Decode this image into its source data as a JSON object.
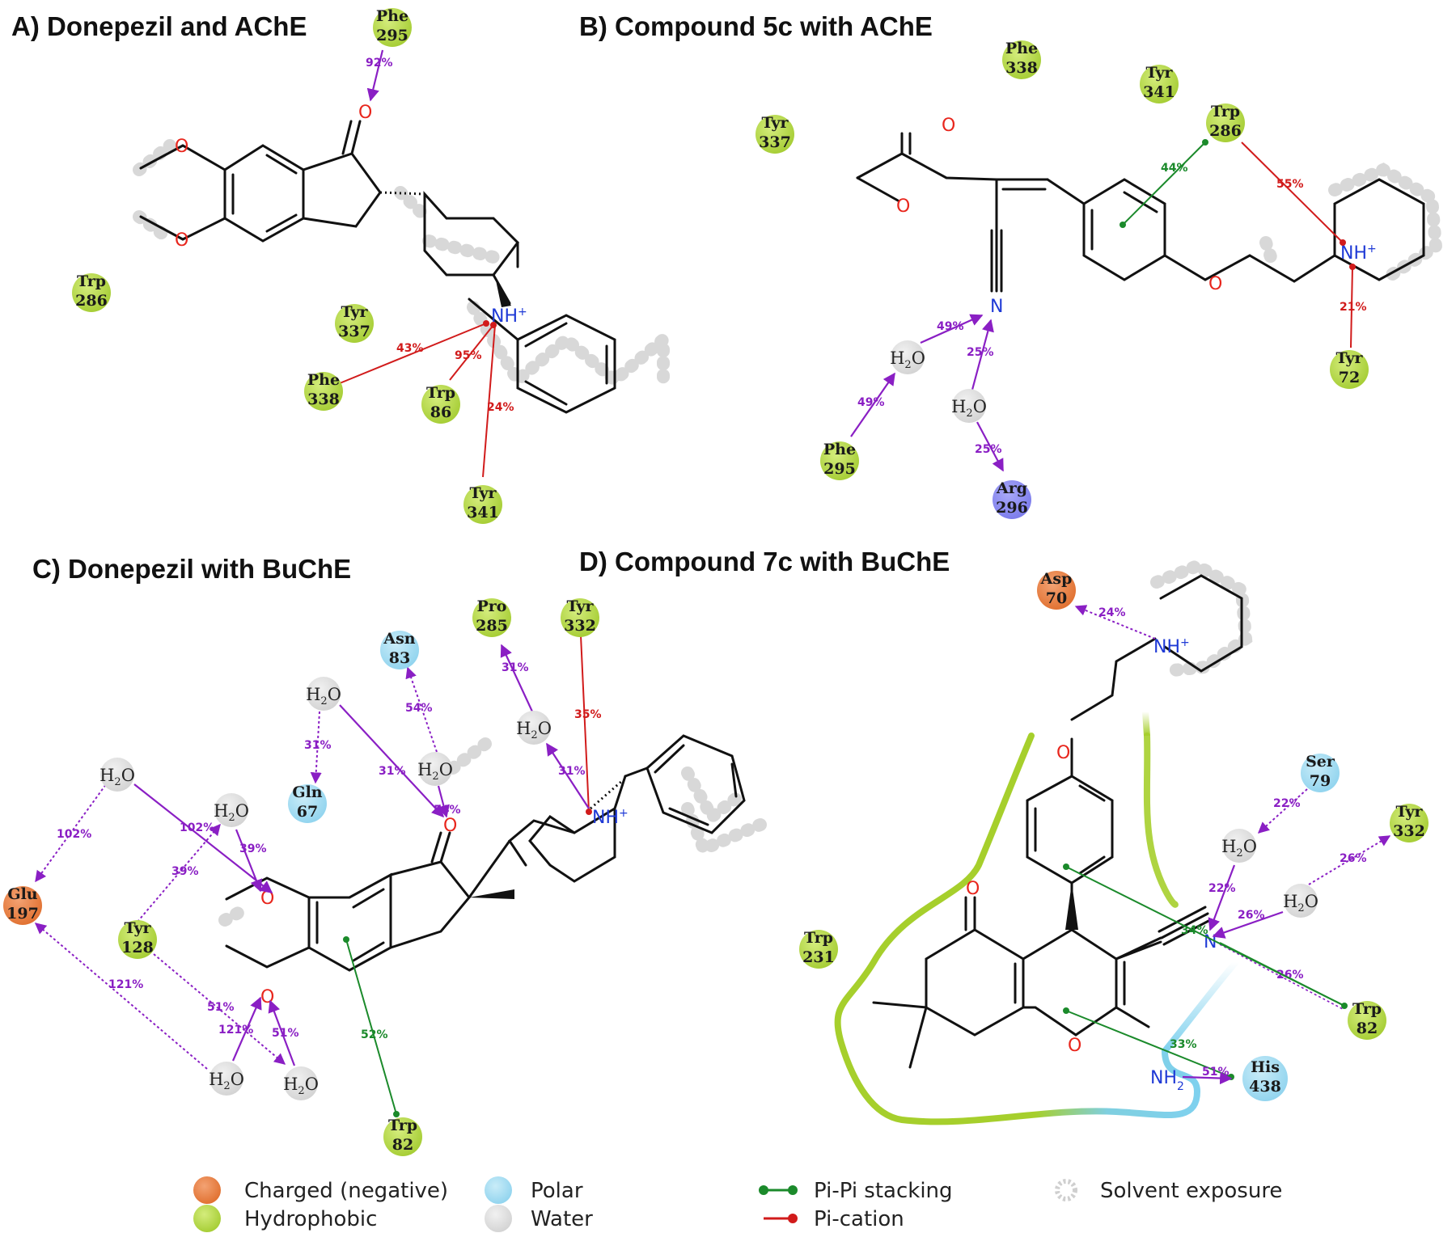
{
  "panels": {
    "a": {
      "title": "A) Donepezil and AChE"
    },
    "b": {
      "title": "B) Compound 5c with AChE"
    },
    "c": {
      "title": "C) Donepezil with BuChE"
    },
    "d": {
      "title": "D) Compound 7c with BuChE"
    }
  },
  "residues": {
    "a_phe295": {
      "name": "Phe",
      "num": "295",
      "type": "hydrophobic"
    },
    "a_trp286": {
      "name": "Trp",
      "num": "286",
      "type": "hydrophobic"
    },
    "a_tyr337": {
      "name": "Tyr",
      "num": "337",
      "type": "hydrophobic"
    },
    "a_phe338": {
      "name": "Phe",
      "num": "338",
      "type": "hydrophobic"
    },
    "a_trp86": {
      "name": "Trp",
      "num": "86",
      "type": "hydrophobic"
    },
    "a_tyr341": {
      "name": "Tyr",
      "num": "341",
      "type": "hydrophobic"
    },
    "b_phe338": {
      "name": "Phe",
      "num": "338",
      "type": "hydrophobic"
    },
    "b_tyr341": {
      "name": "Tyr",
      "num": "341",
      "type": "hydrophobic"
    },
    "b_tyr337": {
      "name": "Tyr",
      "num": "337",
      "type": "hydrophobic"
    },
    "b_trp286": {
      "name": "Trp",
      "num": "286",
      "type": "hydrophobic"
    },
    "b_tyr72": {
      "name": "Tyr",
      "num": "72",
      "type": "hydrophobic"
    },
    "b_phe295": {
      "name": "Phe",
      "num": "295",
      "type": "hydrophobic"
    },
    "b_arg296": {
      "name": "Arg",
      "num": "296",
      "type": "positive"
    },
    "c_pro285": {
      "name": "Pro",
      "num": "285",
      "type": "hydrophobic"
    },
    "c_tyr332": {
      "name": "Tyr",
      "num": "332",
      "type": "hydrophobic"
    },
    "c_asn83": {
      "name": "Asn",
      "num": "83",
      "type": "polar"
    },
    "c_gln67": {
      "name": "Gln",
      "num": "67",
      "type": "polar"
    },
    "c_glu197": {
      "name": "Glu",
      "num": "197",
      "type": "negative"
    },
    "c_tyr128": {
      "name": "Tyr",
      "num": "128",
      "type": "hydrophobic"
    },
    "c_trp82": {
      "name": "Trp",
      "num": "82",
      "type": "hydrophobic"
    },
    "d_asp70": {
      "name": "Asp",
      "num": "70",
      "type": "negative"
    },
    "d_ser79": {
      "name": "Ser",
      "num": "79",
      "type": "polar"
    },
    "d_tyr332": {
      "name": "Tyr",
      "num": "332",
      "type": "hydrophobic"
    },
    "d_trp231": {
      "name": "Trp",
      "num": "231",
      "type": "hydrophobic"
    },
    "d_trp82": {
      "name": "Trp",
      "num": "82",
      "type": "hydrophobic"
    },
    "d_his438": {
      "name": "His",
      "num": "438",
      "type": "polar"
    }
  },
  "water_label": {
    "h": "H",
    "sub": "2",
    "o": "O"
  },
  "atoms": {
    "o": "O",
    "n": "N",
    "nh": "NH",
    "plus": "+",
    "nh2": "NH",
    "nh2_sub": "2"
  },
  "interactions": {
    "a": [
      "92%",
      "43%",
      "95%",
      "24%"
    ],
    "b": [
      "44%",
      "55%",
      "21%",
      "49%",
      "49%",
      "25%",
      "25%"
    ],
    "c": [
      "31%",
      "54%",
      "31%",
      "35%",
      "31%",
      "31%",
      "54%",
      "102%",
      "102%",
      "39%",
      "39%",
      "121%",
      "51%",
      "121%",
      "51%",
      "52%"
    ],
    "d": [
      "24%",
      "22%",
      "22%",
      "26%",
      "26%",
      "26%",
      "34%",
      "33%",
      "51%"
    ]
  },
  "legend": {
    "charged_negative": "Charged (negative)",
    "hydrophobic": "Hydrophobic",
    "polar": "Polar",
    "water": "Water",
    "pipi": "Pi-Pi stacking",
    "pication": "Pi-cation",
    "solvent": "Solvent exposure"
  },
  "colors": {
    "hydrophobic": "#b6d84a",
    "polar": "#a6ddf2",
    "negative": "#e67e3f",
    "positive": "#8b8bf0",
    "water": "#dcdcdc",
    "hbond": "#8a1fc4",
    "pipi": "#1b8a2b",
    "pication": "#d11b1b",
    "oxygen": "#e8261d",
    "nitrogen": "#1f3ad6"
  }
}
